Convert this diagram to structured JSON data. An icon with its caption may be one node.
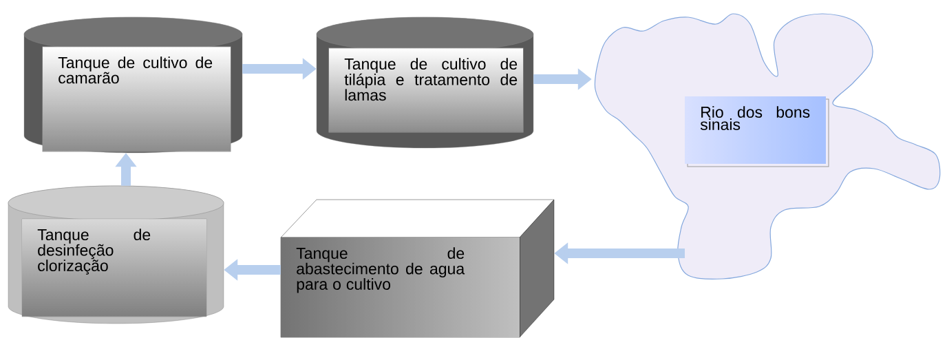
{
  "diagram": {
    "nodes": [
      {
        "text": [
          "Tanque de cultivo de camarão"
        ]
      },
      {
        "text": [
          "Tanque de cultivo de tilápia e tratamento de lamas"
        ]
      },
      {
        "text": [],
        "shape": "cloud"
      },
      {
        "text": [
          "Rio dos bons sinais"
        ],
        "in": 2
      },
      {
        "text": [
          "Tanque de abastecimento de agua para o cultivo"
        ]
      },
      {
        "text": [
          "Tanque de desinfeção clorização"
        ]
      }
    ],
    "edges": [
      {
        "from": 0,
        "to": 1,
        "arrow": "to"
      },
      {
        "from": 1,
        "to": 2,
        "arrow": "to"
      },
      {
        "from": 2,
        "to": 4,
        "arrow": "to"
      },
      {
        "from": 4,
        "to": 5,
        "arrow": "to"
      },
      {
        "from": 5,
        "to": 0,
        "arrow": "to"
      }
    ]
  }
}
